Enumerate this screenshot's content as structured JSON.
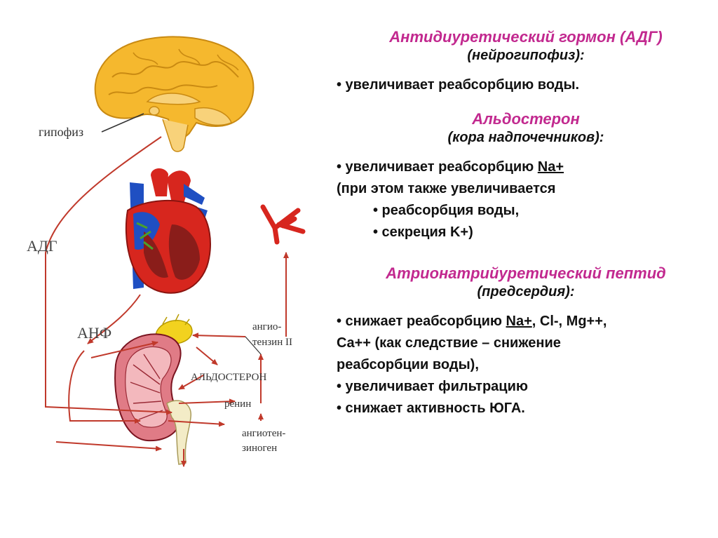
{
  "diagram": {
    "labels": {
      "pituitary": "гипофиз",
      "adh": "АДГ",
      "anf": "АНФ",
      "angiotensin_ii_1": "ангио-",
      "angiotensin_ii_2": "тензин II",
      "aldosterone": "АЛЬДОСТЕРОН",
      "renin": "ренин",
      "angiotensinogen_1": "ангиотен-",
      "angiotensinogen_2": "зиноген"
    },
    "colors": {
      "arrows": "#c0392b",
      "brain": "#f5b82e",
      "heart_red": "#d7261e",
      "heart_blue": "#1f4fc2",
      "kidney": "#e07b86",
      "adrenal": "#f2d21f"
    }
  },
  "hormones": [
    {
      "title": "Антидиуретический гормон (АДГ)",
      "source": "(нейрогипофиз):",
      "lines": [
        "• увеличивает реабсорбцию воды."
      ]
    },
    {
      "title": "Альдостерон",
      "source": "(кора надпочечников):",
      "line1_pre": "• увеличивает реабсорбцию ",
      "line1_u": "Na+",
      "line2": "(при этом также увеличивается",
      "line3": "• реабсорбция воды,",
      "line4": "• секреция K+)"
    },
    {
      "title": "Атрионатрийуретический пептид",
      "source": "(предсердия):",
      "line1_pre": "• снижает реабсорбцию ",
      "line1_u": "Na+",
      "line1_post": ", Cl-, Mg++,",
      "line2": "Ca++  (как следствие – снижение",
      "line3": "реабсорбции воды),",
      "line4": "• увеличивает фильтрацию",
      "line5": "• снижает активность ЮГА."
    }
  ]
}
